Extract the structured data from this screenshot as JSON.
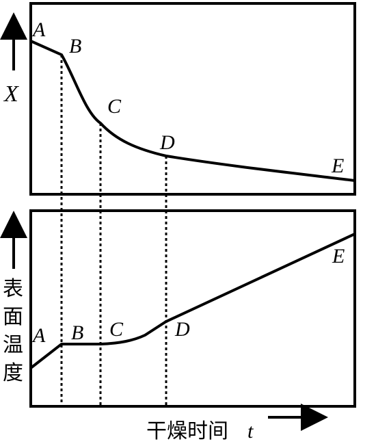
{
  "top_panel": {
    "y_axis_label": "X",
    "point_labels": {
      "A": "A",
      "B": "B",
      "C": "C",
      "D": "D",
      "E": "E"
    }
  },
  "bottom_panel": {
    "y_axis_label_chars": [
      "表",
      "面",
      "温",
      "度"
    ],
    "point_labels": {
      "A": "A",
      "B": "B",
      "C": "C",
      "D": "D",
      "E": "E"
    }
  },
  "x_axis": {
    "label": "干燥时间",
    "variable": "t"
  }
}
